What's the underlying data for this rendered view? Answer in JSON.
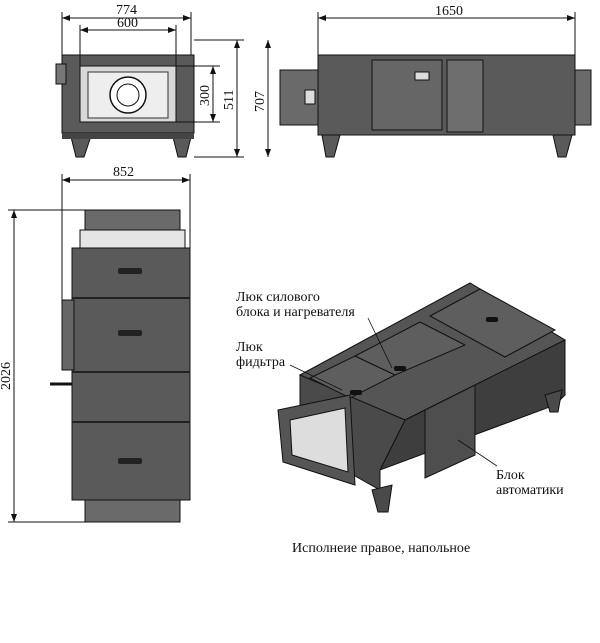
{
  "dimensions": {
    "front_width": "774",
    "front_inner_width": "600",
    "front_inner_height": "300",
    "front_height": "511",
    "side_length": "1650",
    "side_height": "707",
    "top_width": "852",
    "top_length": "2026"
  },
  "labels": {
    "power_heater_hatch_line1": "Люк силового",
    "power_heater_hatch_line2": "блока и нагревателя",
    "filter_hatch_line1": "Люк",
    "filter_hatch_line2": "фидьтра",
    "automation_block_line1": "Блок",
    "automation_block_line2": "автоматики",
    "caption": "Исполнеие правое, напольное"
  }
}
